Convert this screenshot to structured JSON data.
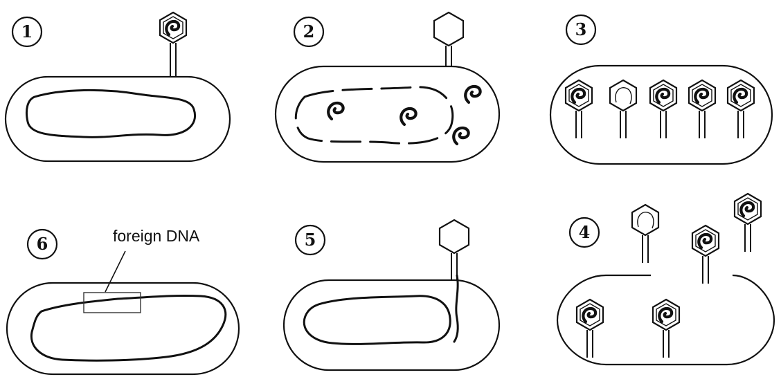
{
  "steps": [
    {
      "number": "1"
    },
    {
      "number": "2"
    },
    {
      "number": "3"
    },
    {
      "number": "4"
    },
    {
      "number": "5"
    },
    {
      "number": "6"
    }
  ],
  "annotation": {
    "label": "foreign DNA"
  }
}
